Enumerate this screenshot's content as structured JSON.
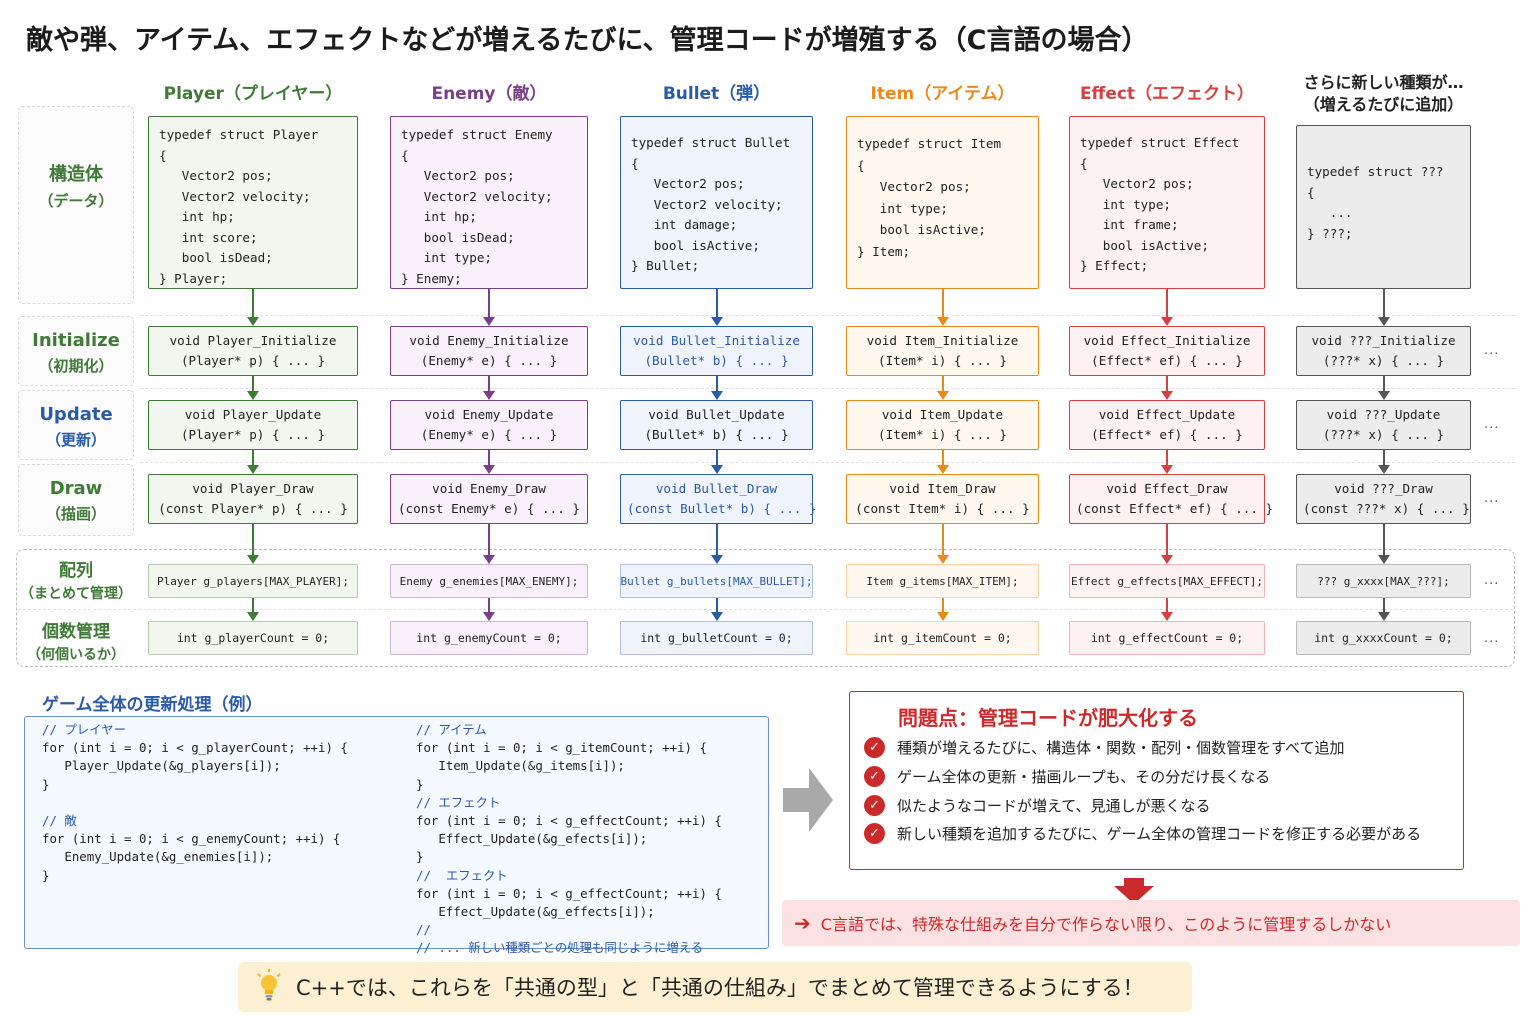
{
  "title": "敵や弾、アイテム、エフェクトなどが増えるたびに、管理コードが増殖する（C言語の場合）",
  "row_labels": {
    "struct": [
      "構造体",
      "（データ）"
    ],
    "init": [
      "Initialize",
      "（初期化）"
    ],
    "update": [
      "Update",
      "（更新）"
    ],
    "draw": [
      "Draw",
      "（描画）"
    ],
    "array": [
      "配列",
      "（まとめて管理）"
    ],
    "count": [
      "個数管理",
      "（何個いるか）"
    ]
  },
  "columns": [
    {
      "head": "Player（プレイヤー）",
      "color": "#3f7a37",
      "bg": "#f1f7ee",
      "struct": "typedef struct Player\n{\n   Vector2 pos;\n   Vector2 velocity;\n   int hp;\n   int score;\n   bool isDead;\n} Player;",
      "init": "void Player_Initialize\n(Player* p) { ... }",
      "update": "void Player_Update\n(Player* p) { ... }",
      "draw": "void Player_Draw\n(const Player* p) { ... }",
      "array": "Player g_players[MAX_PLAYER];",
      "count": "int g_playerCount = 0;"
    },
    {
      "head": "Enemy（敵）",
      "color": "#7a3f8a",
      "bg": "#f8f1f9",
      "struct": "typedef struct Enemy\n{\n   Vector2 pos;\n   Vector2 velocity;\n   int hp;\n   bool isDead;\n   int type;\n} Enemy;",
      "init": "void Enemy_Initialize\n(Enemy* e) { ... }",
      "update": "void Enemy_Update\n(Enemy* e) { ... }",
      "draw": "void Enemy_Draw\n(const Enemy* e) { ... }",
      "array": "Enemy g_enemies[MAX_ENEMY];",
      "count": "int g_enemyCount = 0;"
    },
    {
      "head": "Bullet（弾）",
      "color": "#2a5aa8",
      "bg": "#eef3fc",
      "struct": "typedef struct Bullet\n{\n   Vector2 pos;\n   Vector2 velocity;\n   int damage;\n   bool isActive;\n} Bullet;",
      "init": "void Bullet_Initialize\n(Bullet* b) { ... }",
      "update": "void Bullet_Update\n(Bullet* b) { ... }",
      "draw": "void Bullet_Draw\n(const Bullet* b) { ... }",
      "array": "Bullet g_bullets[MAX_BULLET];",
      "count": "int g_bulletCount = 0;"
    },
    {
      "head": "Item（アイテム）",
      "color": "#e8891a",
      "bg": "#fff8ee",
      "struct": "typedef struct Item\n{\n   Vector2 pos;\n   int type;\n   bool isActive;\n} Item;",
      "init": "void Item_Initialize\n(Item* i) { ... }",
      "update": "void Item_Update\n(Item* i) { ... }",
      "draw": "void Item_Draw\n(const Item* i) { ... }",
      "array": "Item g_items[MAX_ITEM];",
      "count": "int g_itemCount = 0;"
    },
    {
      "head": "Effect（エフェクト）",
      "color": "#d64040",
      "bg": "#fdf1f1",
      "struct": "typedef struct Effect\n{\n   Vector2 pos;\n   int type;\n   int frame;\n   bool isActive;\n} Effect;",
      "init": "void Effect_Initialize\n(Effect* ef) { ... }",
      "update": "void Effect_Update\n(Effect* ef) { ... }",
      "draw": "void Effect_Draw\n(const Effect* ef) { ... }",
      "array": "Effect g_effects[MAX_EFFECT];",
      "count": "int g_effectCount = 0;"
    },
    {
      "head": "さらに新しい種類が…\n（増えるたびに追加）",
      "color": "#555555",
      "bg": "#ececec",
      "struct": "typedef struct ???\n{\n   ...\n} ???;",
      "init": "void ???_Initialize\n(???* x) { ... }",
      "update": "void ???_Update\n(???* x) { ... }",
      "draw": "void ???_Draw\n(const ???* x) { ... }",
      "array": "??? g_xxxx[MAX_???];",
      "count": "int g_xxxxCount = 0;"
    }
  ],
  "ellipsis": "...",
  "loop": {
    "title": "ゲーム全体の更新処理（例）",
    "left_code": [
      {
        "t": "// プレイヤー",
        "c": true
      },
      {
        "t": "for (int i = 0; i < g_playerCount; ++i) {",
        "c": false
      },
      {
        "t": "   Player_Update(&g_players[i]);",
        "c": false
      },
      {
        "t": "}",
        "c": false
      },
      {
        "t": "",
        "c": false
      },
      {
        "t": "// 敵",
        "c": true
      },
      {
        "t": "for (int i = 0; i < g_enemyCount; ++i) {",
        "c": false
      },
      {
        "t": "   Enemy_Update(&g_enemies[i]);",
        "c": false
      },
      {
        "t": "}",
        "c": false
      }
    ],
    "right_code": [
      {
        "t": "// アイテム",
        "c": true
      },
      {
        "t": "for (int i = 0; i < g_itemCount; ++i) {",
        "c": false
      },
      {
        "t": "   Item_Update(&g_items[i]);",
        "c": false
      },
      {
        "t": "}",
        "c": false
      },
      {
        "t": "// エフェクト",
        "c": true
      },
      {
        "t": "for (int i = 0; i < g_effectCount; ++i) {",
        "c": false
      },
      {
        "t": "   Effect_Update(&g_efects[i]);",
        "c": false
      },
      {
        "t": "}",
        "c": false
      },
      {
        "t": "//  エフェクト",
        "c": true
      },
      {
        "t": "for (int i = 0; i < g_effectCount; ++i) {",
        "c": false
      },
      {
        "t": "   Effect_Update(&g_effects[i]);",
        "c": false
      },
      {
        "t": "//",
        "c": true
      },
      {
        "t": "// ... 新しい種類ごとの処理も同じように増える",
        "c": true
      }
    ]
  },
  "problem": {
    "title": "問題点：管理コードが肥大化する",
    "items": [
      "種類が増えるたびに、構造体・関数・配列・個数管理をすべて追加",
      "ゲーム全体の更新・描画ループも、その分だけ長くなる",
      "似たようなコードが増えて、見通しが悪くなる",
      "新しい種類を追加するたびに、ゲーム全体の管理コードを修正する必要がある"
    ],
    "check_icon": "check-circle-icon"
  },
  "c_banner": "C言語では、特殊な仕組みを自分で作らない限り、このように管理するしかない",
  "cpp_banner": "C++では、これらを「共通の型」と「共通の仕組み」でまとめて管理できるようにする！",
  "icons": {
    "bulb": "lightbulb-icon",
    "arrow_right": "arrow-right-icon",
    "arrow_down": "arrow-down-icon"
  }
}
